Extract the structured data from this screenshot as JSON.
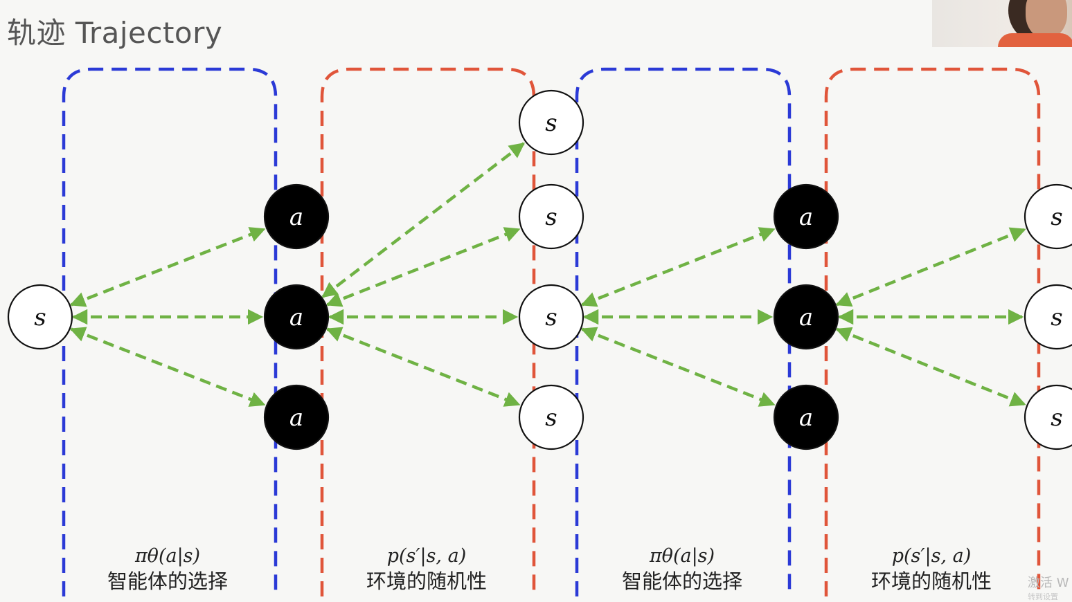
{
  "title": "轨迹 Trajectory",
  "colors": {
    "agent_box": "#2b3ad6",
    "env_box": "#e0553a",
    "arrow": "#6fb244",
    "state_fill": "#ffffff",
    "action_fill": "#000000"
  },
  "node_labels": {
    "state": "s",
    "action": "a"
  },
  "captions": [
    {
      "formula": "πθ(a|s)",
      "text": "智能体的选择"
    },
    {
      "formula": "p(s′|s, a)",
      "text": "环境的随机性"
    },
    {
      "formula": "πθ(a|s)",
      "text": "智能体的选择"
    },
    {
      "formula": "p(s′|s, a)",
      "text": "环境的随机性"
    }
  ],
  "watermark": {
    "line1": "激活 W",
    "line2": "转到设置"
  }
}
